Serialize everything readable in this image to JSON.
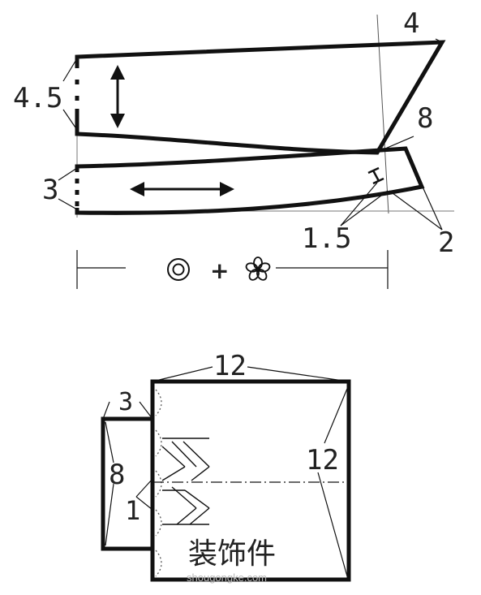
{
  "collar_diagram": {
    "labels": {
      "stand_height": "4.5",
      "band_height": "3",
      "top_right": "4",
      "right_slope": "8",
      "offset_small": "1.5",
      "offset_right": "2"
    },
    "width_formula": {
      "symbol_a": "◎",
      "plus": "+",
      "symbol_b": "❀"
    }
  },
  "decoration_diagram": {
    "labels": {
      "top_width": "12",
      "right_height": "12",
      "tab_width": "3",
      "tab_height": "8",
      "fold": "1"
    },
    "caption": "装饰件"
  },
  "watermark": "shougongke.com",
  "colors": {
    "line": "#111111",
    "text": "#222222",
    "watermark": "#bbbbbb"
  }
}
